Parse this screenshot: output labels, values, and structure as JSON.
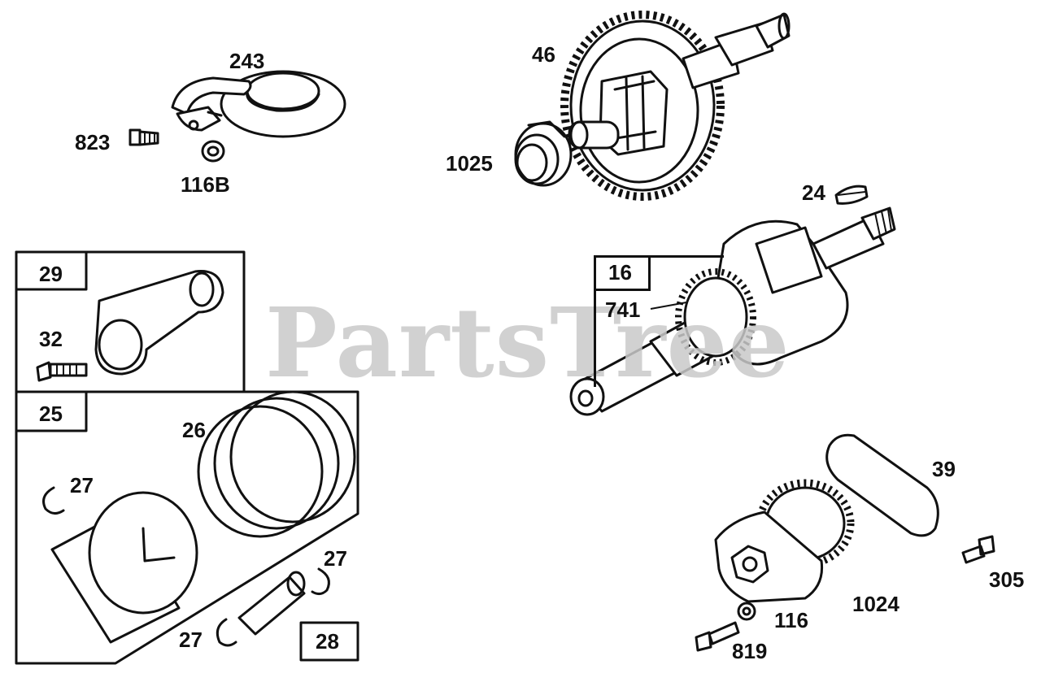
{
  "watermark": "PartsTree",
  "callouts": {
    "p243": "243",
    "p823": "823",
    "p116B": "116B",
    "p46": "46",
    "p1025": "1025",
    "p24": "24",
    "p29": "29",
    "p32": "32",
    "p16": "16",
    "p741": "741",
    "p25": "25",
    "p26": "26",
    "p27a": "27",
    "p27b": "27",
    "p27c": "27",
    "p28": "28",
    "p39": "39",
    "p305": "305",
    "p1024": "1024",
    "p116": "116",
    "p819": "819"
  },
  "colors": {
    "ink": "#111111",
    "watermark": "#c9c9c9",
    "background": "#ffffff"
  }
}
